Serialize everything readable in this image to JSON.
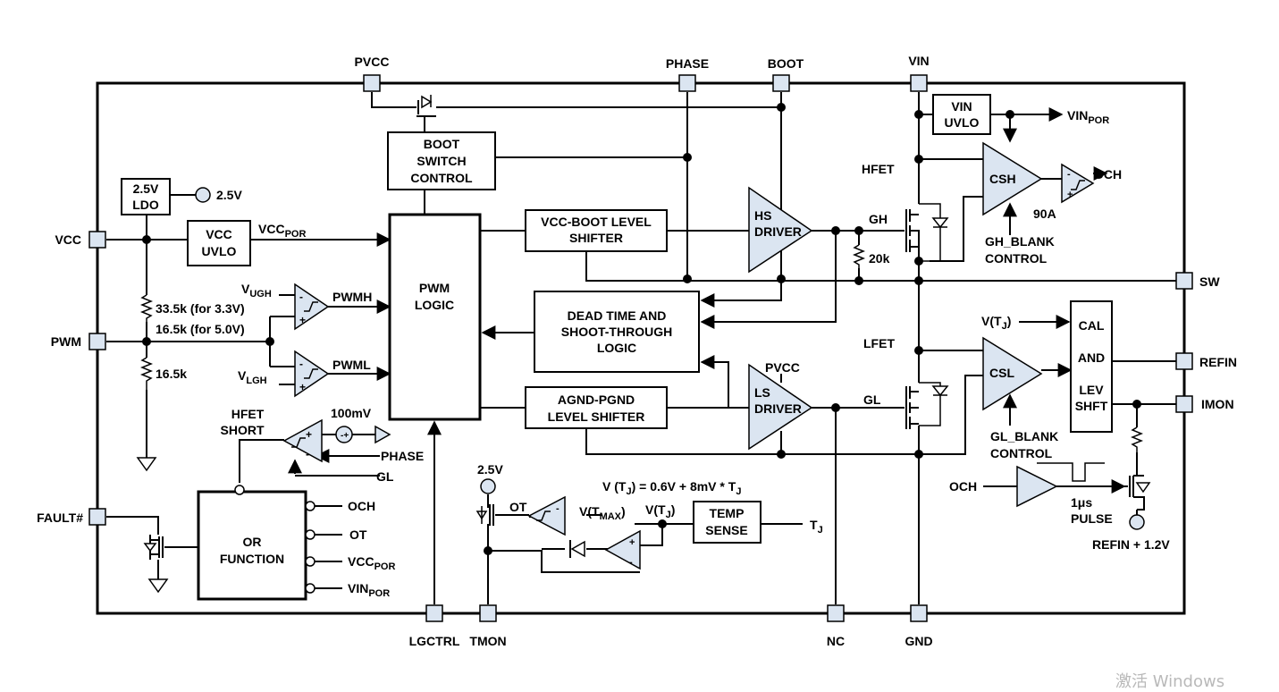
{
  "pins": {
    "pvcc": "PVCC",
    "phase": "PHASE",
    "boot": "BOOT",
    "vin": "VIN",
    "vcc": "VCC",
    "pwm": "PWM",
    "fault": "FAULT#",
    "sw": "SW",
    "refin": "REFIN",
    "imon": "IMON",
    "lgctrl": "LGCTRL",
    "tmon": "TMON",
    "nc": "NC",
    "gnd": "GND"
  },
  "blocks": {
    "ldo": [
      "2.5V",
      "LDO"
    ],
    "ldo_out": "2.5V",
    "vcc_uvlo": [
      "VCC",
      "UVLO"
    ],
    "boot_switch": [
      "BOOT",
      "SWITCH",
      "CONTROL"
    ],
    "pwm_logic": [
      "PWM",
      "LOGIC"
    ],
    "vcc_boot_shifter": [
      "VCC-BOOT LEVEL",
      "SHIFTER"
    ],
    "dead_time": [
      "DEAD TIME AND",
      "SHOOT-THROUGH",
      "LOGIC"
    ],
    "agnd_shifter": [
      "AGND-PGND",
      "LEVEL SHIFTER"
    ],
    "hs_driver": [
      "HS",
      "DRIVER"
    ],
    "ls_driver": [
      "LS",
      "DRIVER"
    ],
    "vin_uvlo": [
      "VIN",
      "UVLO"
    ],
    "or_function": [
      "OR",
      "FUNCTION"
    ],
    "temp_sense": [
      "TEMP",
      "SENSE"
    ],
    "cal_lev": [
      "CAL",
      "AND",
      "LEV",
      "SHFT"
    ]
  },
  "labels": {
    "vcc_por": "VCC",
    "vcc_por_sub": "POR",
    "vin_por": "VIN",
    "vin_por_sub": "POR",
    "vugh": "V",
    "vugh_sub": "UGH",
    "vlgh": "V",
    "vlgh_sub": "LGH",
    "pwmh": "PWMH",
    "pwml": "PWML",
    "r_33k": "33.5k (for 3.3V)",
    "r_16k_5v": "16.5k (for 5.0V)",
    "r_16k": "16.5k",
    "hfet_short": [
      "HFET",
      "SHORT"
    ],
    "mv100": "100mV",
    "phase_in": "PHASE",
    "gl_in": "GL",
    "och_in": "OCH",
    "ot_in": "OT",
    "or_vcc": "VCC",
    "or_vcc_sub": "POR",
    "or_vin": "VIN",
    "or_vin_sub": "POR",
    "hfet": "HFET",
    "lfet": "LFET",
    "gh": "GH",
    "gl": "GL",
    "r_20k": "20k",
    "csh": "CSH",
    "csl": "CSL",
    "och_out": "OCH",
    "a90": "90A",
    "gh_blank": [
      "GH_BLANK",
      "CONTROL"
    ],
    "gl_blank": [
      "GL_BLANK",
      "CONTROL"
    ],
    "vtj_cal": "V(T",
    "vtj_cal_sub": "J",
    "vtj_cal_end": ")",
    "pvcc_ls": "PVCC",
    "tmon_25v": "2.5V",
    "ot_label": "OT",
    "vtmax": "V(T",
    "vtmax_sub": "MAX",
    "vtmax_end": ")",
    "vtj": "V(T",
    "vtj_sub": "J",
    "vtj_end": ")",
    "vtj_formula": "V (T",
    "vtj_formula_sub": "J",
    "vtj_formula_mid": ") = 0.6V + 8mV * T",
    "vtj_formula_sub2": "J",
    "tj": "T",
    "tj_sub": "J",
    "och_pulse": "OCH",
    "pulse": [
      "1μs",
      "PULSE"
    ],
    "refin_12": "REFIN + 1.2V"
  },
  "watermark": "激活 Windows"
}
